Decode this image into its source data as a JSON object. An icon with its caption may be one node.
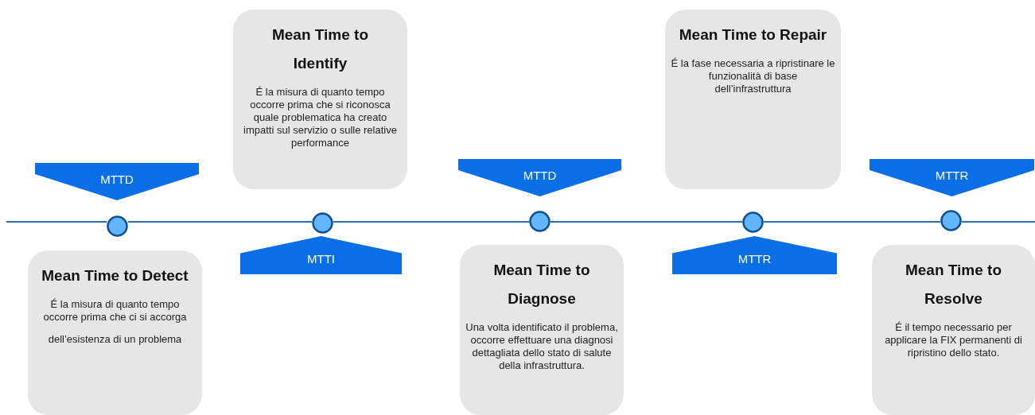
{
  "diagram": {
    "nodes": [
      {
        "text": [
          "Mean Time to Detect",
          "É la misura di quanto tempo occorre prima che ci si accorga",
          "dell’esistenza di un problema"
        ]
      },
      {
        "text": [
          "Mean Time to Identify",
          "É la misura di quanto tempo occorre prima che si riconosca quale problematica ha creato impatti sul servizio o sulle relative performance"
        ]
      },
      {
        "text": [
          "Mean Time to Diagnose",
          "Una volta identificato il problema, occorre effettuare una diagnosi dettagliata dello stato di salute della infrastruttura."
        ]
      },
      {
        "text": [
          "Mean Time to Repair",
          "É la fase necessaria a ripristinare le funzionalità di base dell’infrastruttura"
        ]
      },
      {
        "text": [
          "Mean Time to Resolve",
          "É il tempo necessario per applicare la FIX permanenti di ripristino dello stato."
        ]
      },
      {
        "text": [
          "MTTD"
        ]
      },
      {
        "text": [
          "MTTI"
        ]
      },
      {
        "text": [
          "MTTD"
        ]
      },
      {
        "text": [
          "MTTR"
        ]
      },
      {
        "text": [
          "MTTR"
        ]
      },
      {
        "text": [],
        "shape": "circle"
      },
      {
        "text": [],
        "shape": "circle"
      },
      {
        "text": [],
        "shape": "circle"
      },
      {
        "text": [],
        "shape": "circle"
      },
      {
        "text": [],
        "shape": "circle"
      }
    ],
    "edges": [
      {
        "from": null,
        "to": 10,
        "arrow": "none"
      },
      {
        "from": 10,
        "to": 11,
        "arrow": "none"
      },
      {
        "from": 11,
        "to": 12,
        "arrow": "none"
      },
      {
        "from": 12,
        "to": 13,
        "arrow": "none"
      },
      {
        "from": 13,
        "to": 14,
        "arrow": "none"
      },
      {
        "from": 14,
        "to": null,
        "arrow": "none"
      }
    ]
  }
}
